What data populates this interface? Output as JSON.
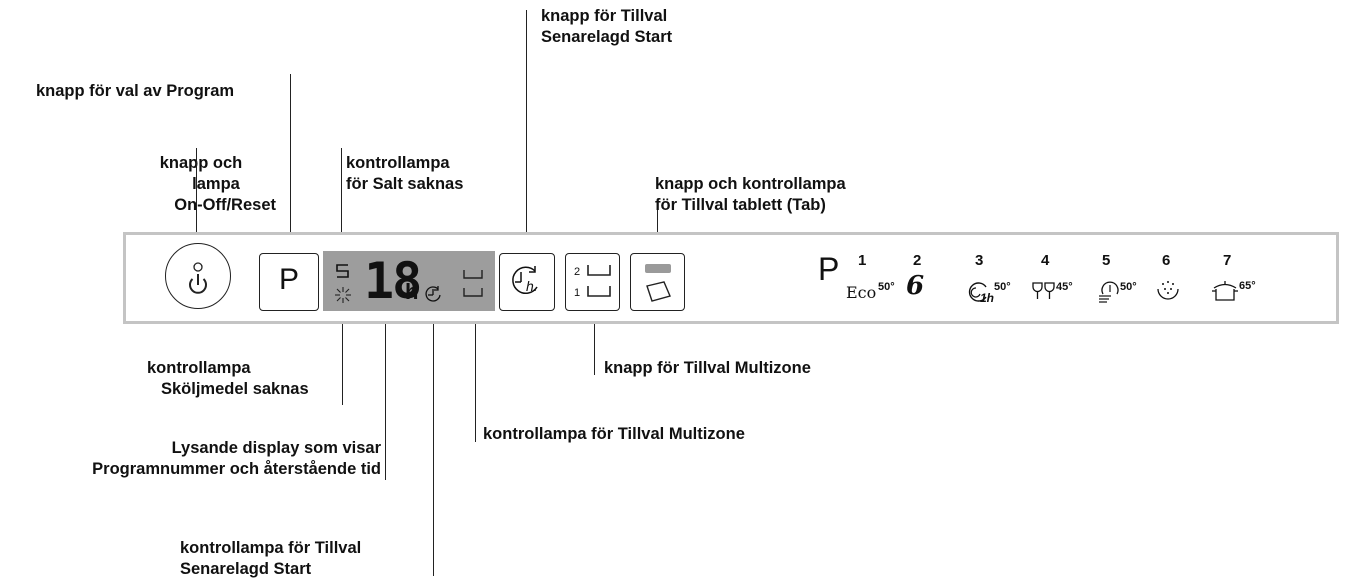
{
  "labels": {
    "delay_button": [
      "knapp för Tillval",
      "Senarelagd Start"
    ],
    "program_button": "knapp för val av Program",
    "power_button": [
      "knapp och",
      "lampa",
      "On-Off/Reset"
    ],
    "salt_lamp": [
      "kontrollampa",
      "för Salt saknas"
    ],
    "tablet": [
      "knapp och kontrollampa",
      "för Tillval tablett (Tab)"
    ],
    "rinse_lamp": [
      "kontrollampa",
      "Sköljmedel saknas"
    ],
    "multizone_button": "knapp för Tillval Multizone",
    "multizone_lamp": "kontrollampa för Tillval Multizone",
    "display": [
      "Lysande display som visar",
      "Programnummer och återstående tid"
    ],
    "delay_lamp": [
      "kontrollampa för Tillval",
      "Senarelagd Start"
    ]
  },
  "panel": {
    "program_button_glyph": "P",
    "display_digits": "18",
    "display_unit": "h",
    "delay_button_unit": "h.",
    "multizone_levels": [
      "2",
      "1"
    ]
  },
  "programs": {
    "prefix": "P",
    "items": [
      {
        "num": "1",
        "icon": "eco-icon",
        "text": "Eco",
        "temp": "50°"
      },
      {
        "num": "2",
        "icon": "sixth-sense-icon",
        "text": "6",
        "temp": ""
      },
      {
        "num": "3",
        "icon": "one-hour-icon",
        "text": "1h",
        "temp": "50°"
      },
      {
        "num": "4",
        "icon": "glasses-icon",
        "text": "",
        "temp": "45°"
      },
      {
        "num": "5",
        "icon": "quick-wash-icon",
        "text": "",
        "temp": "50°"
      },
      {
        "num": "6",
        "icon": "prewash-icon",
        "text": "",
        "temp": ""
      },
      {
        "num": "7",
        "icon": "pot-icon",
        "text": "",
        "temp": "65°"
      }
    ]
  }
}
